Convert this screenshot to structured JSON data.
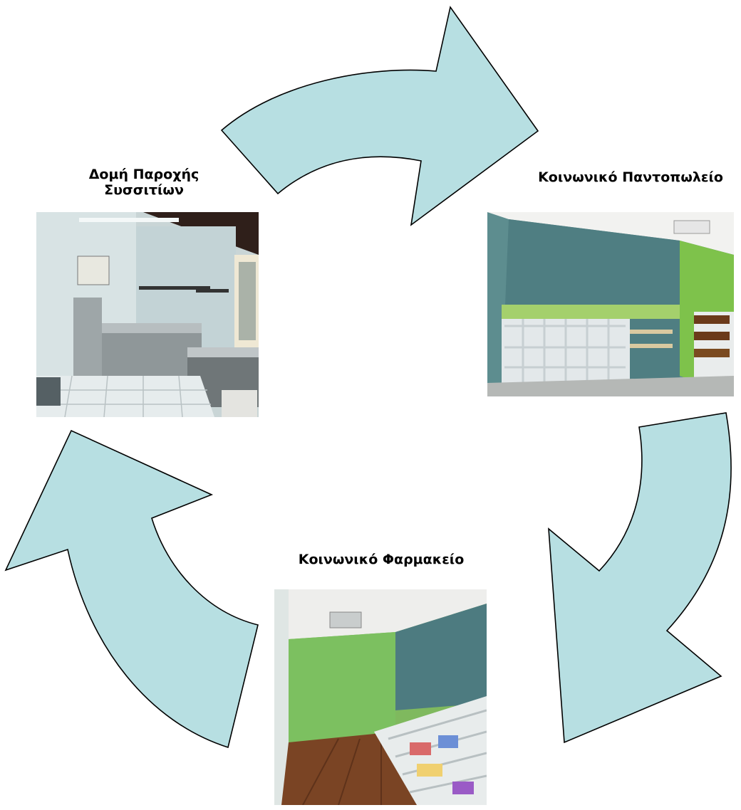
{
  "nodes": [
    {
      "id": "soup-kitchen",
      "label_line1": "Δομή Παροχής",
      "label_line2": "Συσσιτίων",
      "photo_icon": "kitchen-photo"
    },
    {
      "id": "grocery",
      "label": "Κοινωνικό Παντοπωλείο",
      "photo_icon": "grocery-store-photo"
    },
    {
      "id": "pharmacy",
      "label": "Κοινωνικό Φαρμακείο",
      "photo_icon": "pharmacy-photo"
    }
  ],
  "arrow_color": "#b7dfe2",
  "arrow_direction": "clockwise"
}
